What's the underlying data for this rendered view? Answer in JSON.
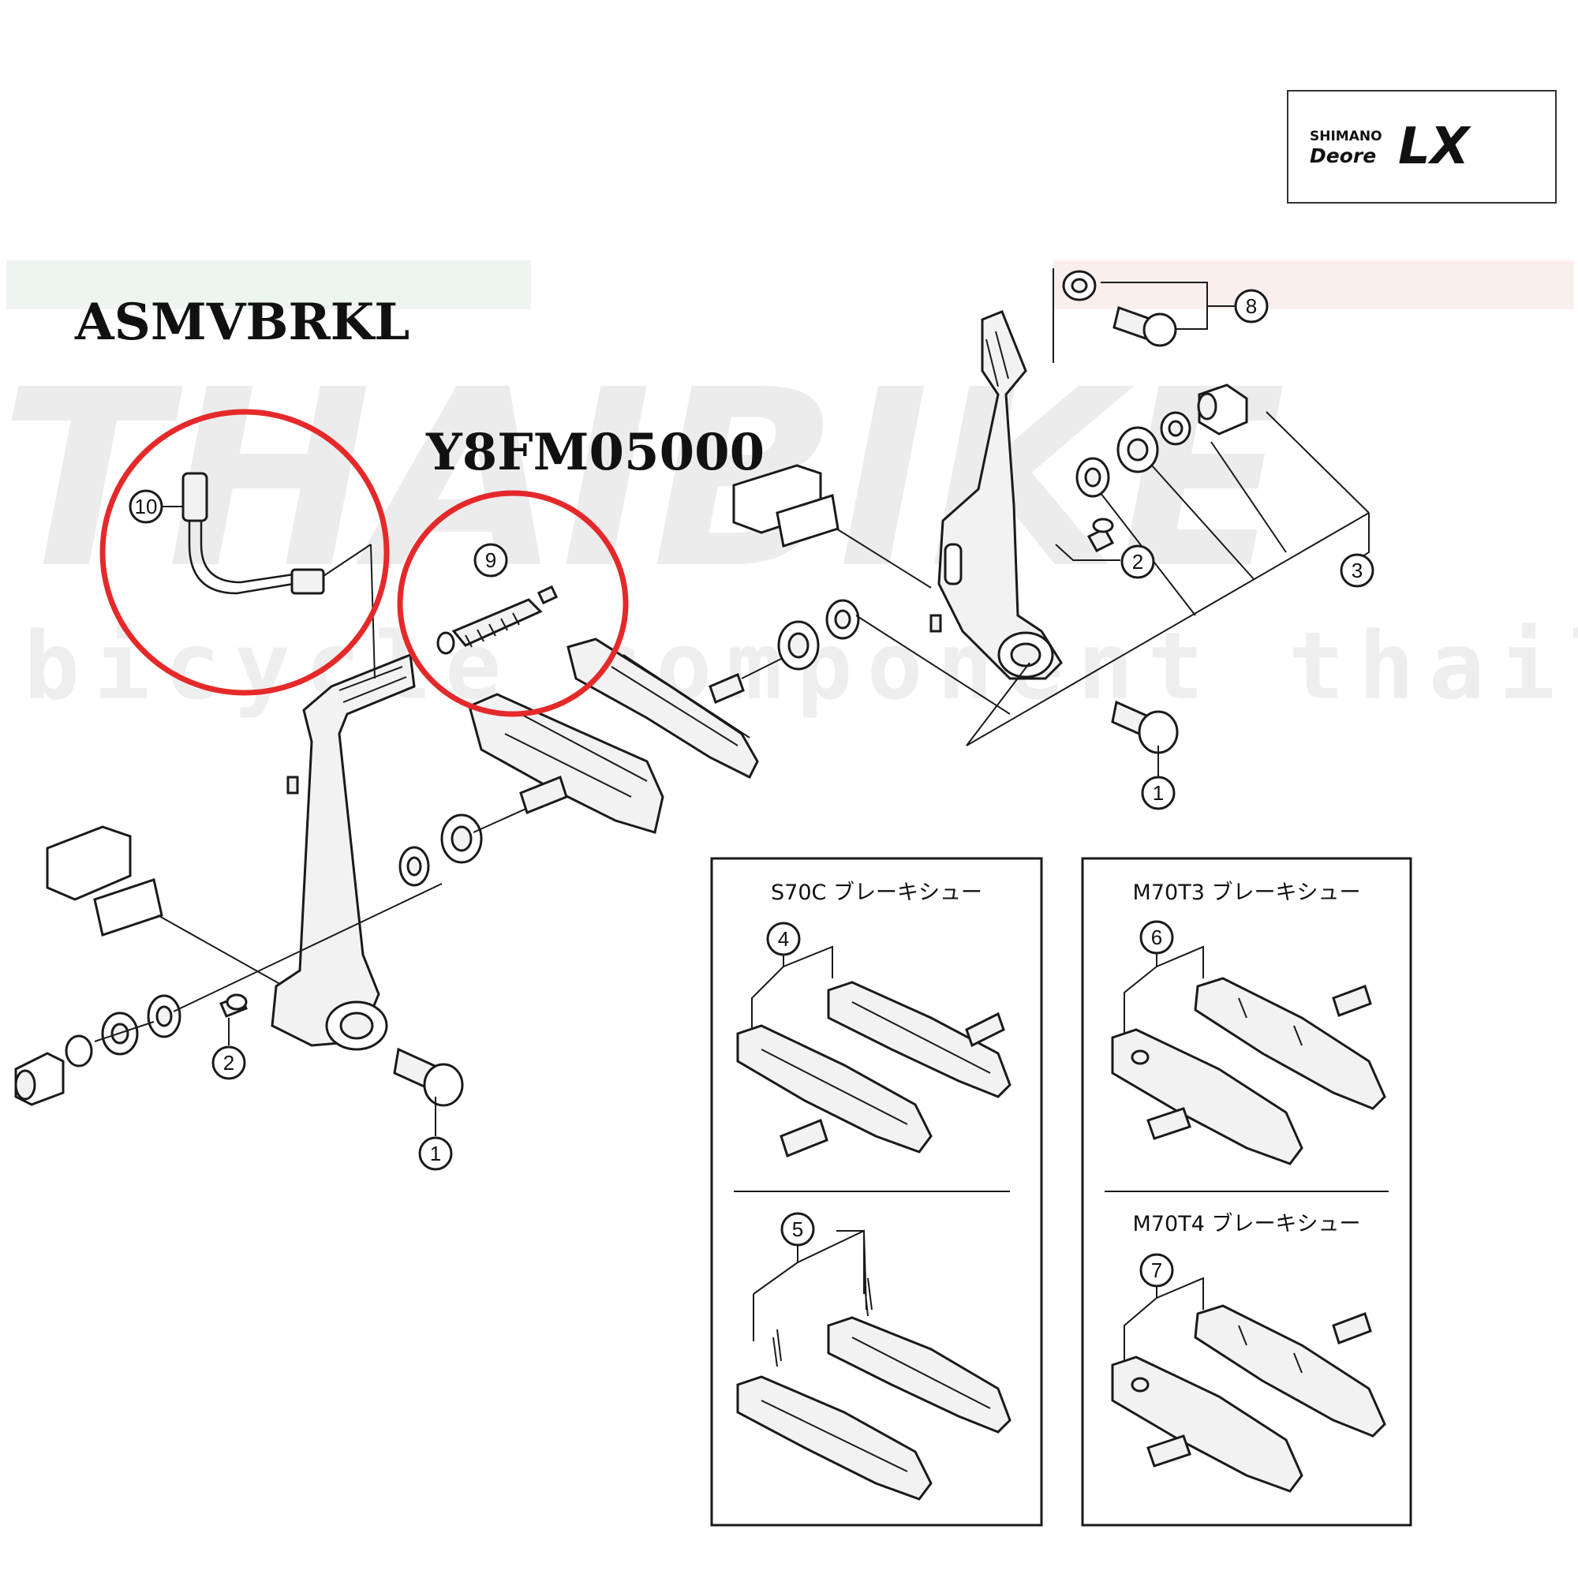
{
  "brand_logo": {
    "top_line": "SHIMANO",
    "model": "Deore",
    "series": "LX"
  },
  "watermark": {
    "main": "THAIBIKE",
    "sub": "bicycle component thailand"
  },
  "highlights": [
    {
      "part_code": "ASMVBRKL",
      "part_number": "10"
    },
    {
      "part_code": "Y8FM05000",
      "part_number": "9"
    }
  ],
  "callouts": {
    "c1a": "1",
    "c1b": "1",
    "c2a": "2",
    "c2b": "2",
    "c3": "3",
    "c8": "8",
    "c9": "9",
    "c10": "10",
    "c4": "4",
    "c5": "5",
    "c6": "6",
    "c7": "7"
  },
  "shoe_boxes": [
    {
      "title": "S70C ブレーキシュー",
      "callouts": [
        "4",
        "5"
      ]
    },
    {
      "title": "M70T3 ブレーキシュー",
      "callout": "6",
      "subtitle": "M70T4 ブレーキシュー",
      "sub_callout": "7"
    }
  ],
  "colors": {
    "highlight_ring": "#e5292a",
    "line_art": "#1a1a1a"
  }
}
